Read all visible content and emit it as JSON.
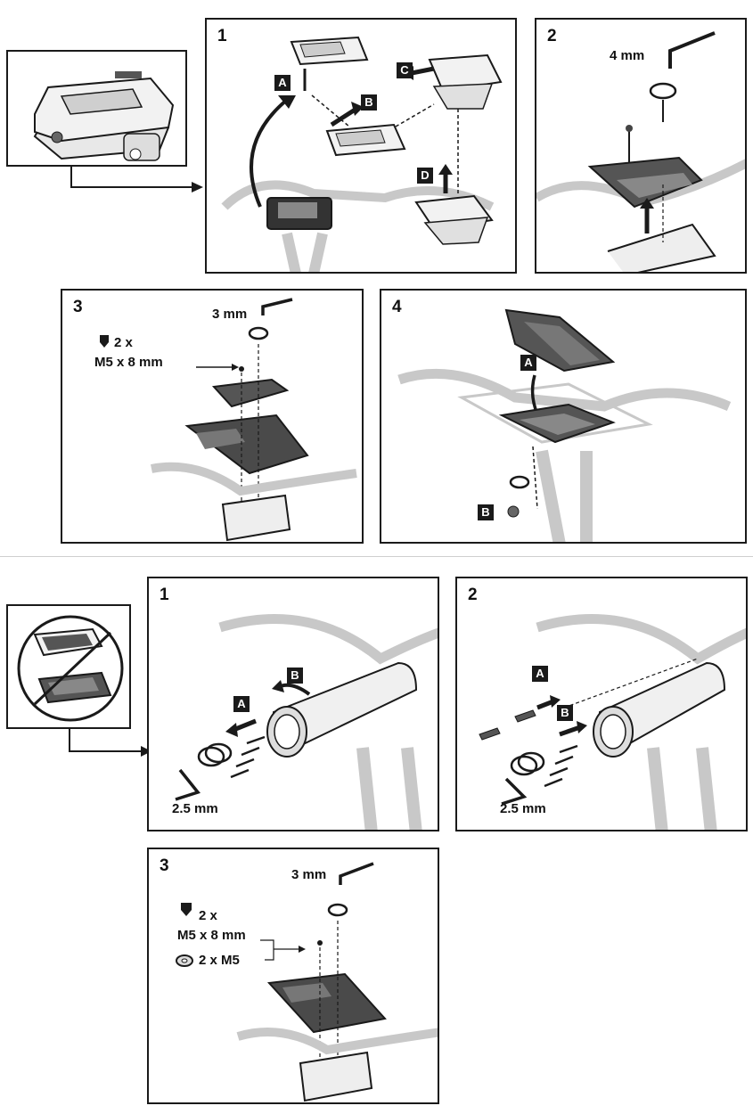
{
  "section1": {
    "panel1": {
      "step": "1",
      "tags": [
        "A",
        "B",
        "C",
        "D"
      ]
    },
    "panel2": {
      "step": "2",
      "tool_label": "4 mm"
    },
    "panel3": {
      "step": "3",
      "tool_label": "3 mm",
      "screw_qty": "2 x",
      "screw_spec": "M5 x 8 mm"
    },
    "panel4": {
      "step": "4",
      "tags": [
        "A",
        "B"
      ]
    }
  },
  "section2": {
    "panel1": {
      "step": "1",
      "tool_label": "2.5 mm",
      "tags": [
        "A",
        "B"
      ]
    },
    "panel2": {
      "step": "2",
      "tool_label": "2.5 mm",
      "tags": [
        "A",
        "B"
      ]
    },
    "panel3": {
      "step": "3",
      "tool_label": "3 mm",
      "screw_qty": "2 x",
      "screw_spec": "M5 x 8 mm",
      "washer_spec": "2 x M5"
    }
  },
  "colors": {
    "line": "#1a1a1a",
    "part_dark": "#3a3a3a",
    "part_mid": "#8a8a8a",
    "part_light": "#d9d9d9",
    "bike_outline": "#c8c8c8"
  }
}
